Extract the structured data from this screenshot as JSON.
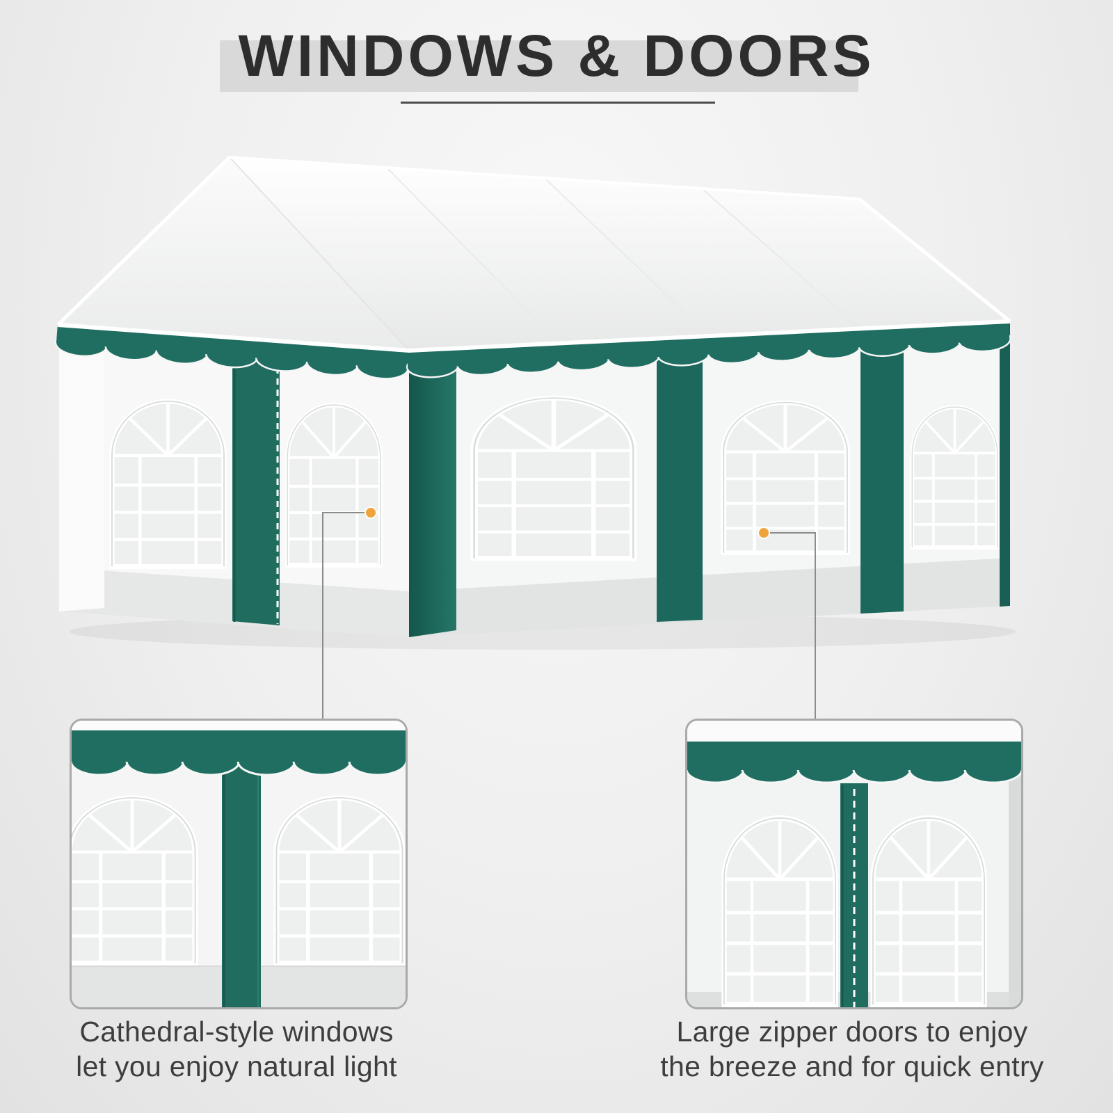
{
  "header": {
    "title": "WINDOWS & DOORS"
  },
  "illustration": {
    "description": "White gable party tent with green trim, scalloped valances, cathedral-style arched windows and zippered doors"
  },
  "callouts": [
    {
      "id": "windows",
      "caption_line1": "Cathedral-style windows",
      "caption_line2": "let you enjoy natural light"
    },
    {
      "id": "doors",
      "caption_line1": "Large zipper doors to enjoy",
      "caption_line2": "the breeze and for quick entry"
    }
  ],
  "colors": {
    "trim_green": "#1f6e61",
    "trim_green_dark": "#17584e",
    "callout_dot_orange": "#f0a23b",
    "title_text": "#2d2d2d",
    "title_bar": "#d9d9d9",
    "caption_text": "#3d3d3d",
    "background": "#efefef"
  }
}
